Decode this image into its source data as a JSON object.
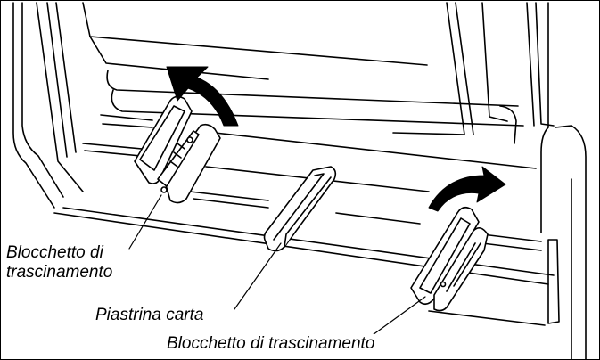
{
  "figure": {
    "labels": {
      "left_tractor_line1": "Blocchetto di",
      "left_tractor_line2": "trascinamento",
      "paper_support": "Piastrina carta",
      "right_tractor": "Blocchetto di trascinamento"
    },
    "colors": {
      "line": "#000000",
      "fill": "#ffffff",
      "arrow": "#000000"
    },
    "icons": [
      "rotate-arrow-icon",
      "rotate-arrow-icon"
    ]
  }
}
